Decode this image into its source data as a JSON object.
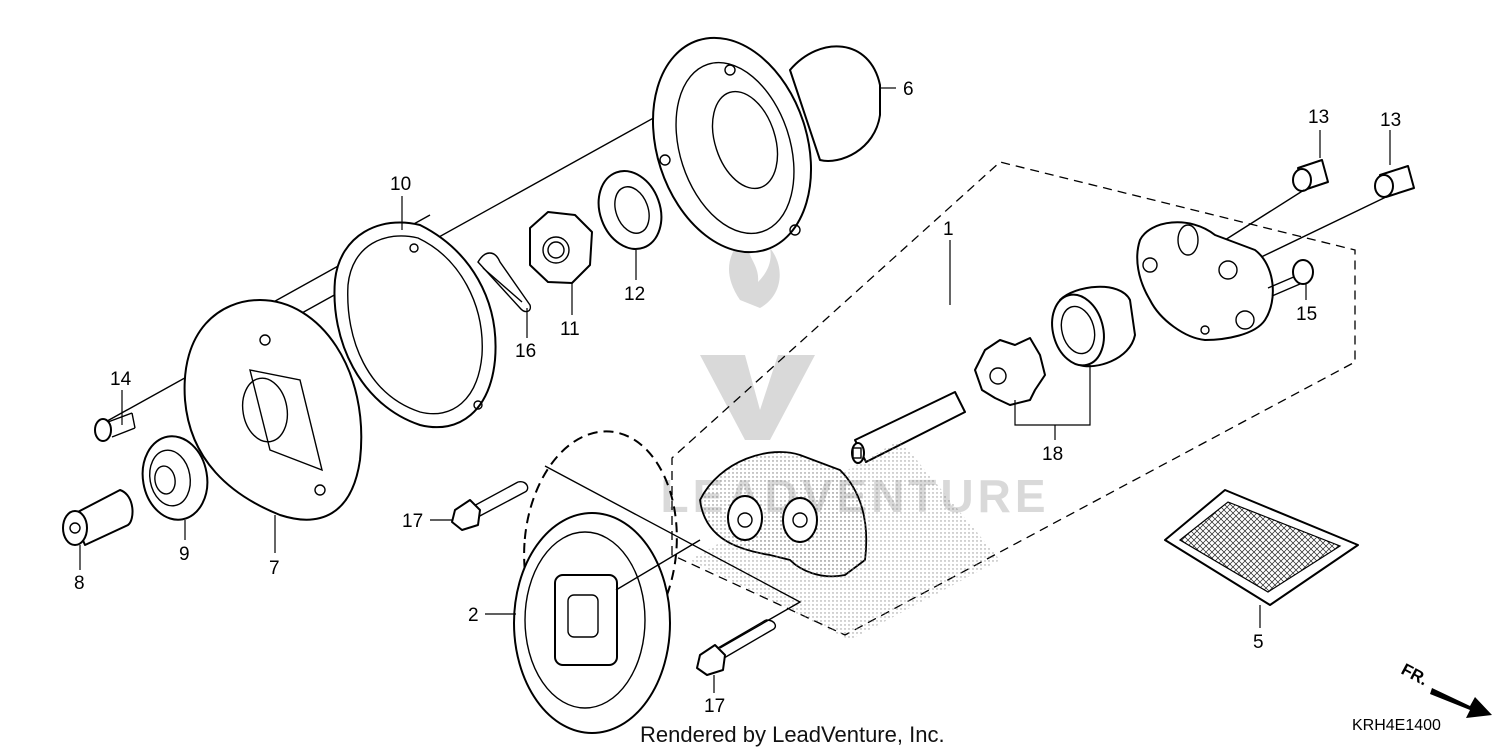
{
  "diagram": {
    "callouts": {
      "c1": "1",
      "c2": "2",
      "c5": "5",
      "c6": "6",
      "c7": "7",
      "c8": "8",
      "c9": "9",
      "c10": "10",
      "c11": "11",
      "c12": "12",
      "c13a": "13",
      "c13b": "13",
      "c14": "14",
      "c15": "15",
      "c16": "16",
      "c17a": "17",
      "c17b": "17",
      "c18": "18"
    },
    "front_arrow_label": "FR.",
    "diagram_code": "KRH4E1400",
    "footer_credit": "Rendered by LeadVenture, Inc.",
    "watermark_text": "LEADVENTURE"
  }
}
